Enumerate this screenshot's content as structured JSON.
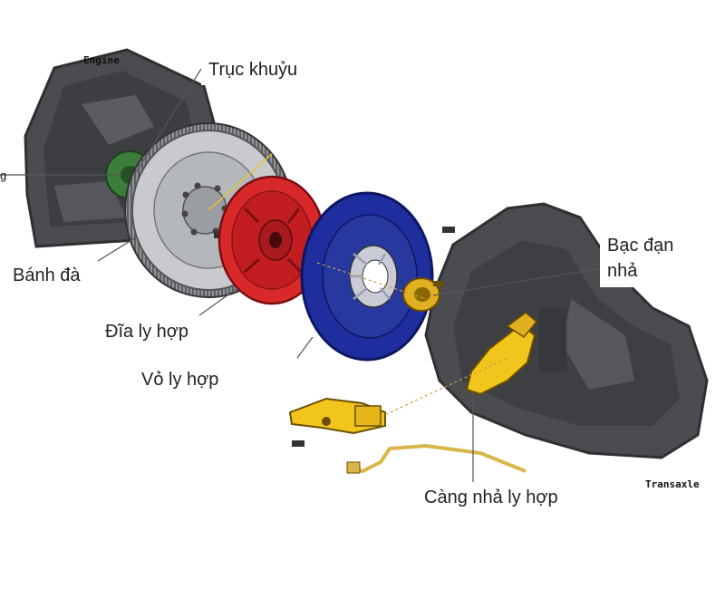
{
  "labels": {
    "crankshaft": "Trục khuỷu",
    "flywheel": "Bánh đà",
    "clutch_disc": "Đĩa ly hợp",
    "pressure_plate": "Vỏ ly hợp",
    "release_bearing_line1": "Bạc đạn",
    "release_bearing_line2": "nhả",
    "release_fork": "Càng nhả ly hợp"
  },
  "tags": {
    "engine": "Engine",
    "transaxle": "Transaxle",
    "cut_off": "g"
  },
  "colors": {
    "housing": "#4a4c50",
    "housing_dark": "#2e3033",
    "flywheel": "#c8cacd",
    "clutch_disc": "#d8282a",
    "pressure_plate": "#1e2e9e",
    "hub_green": "#3c7d3a",
    "yellow_part": "#f2c51c",
    "leader_line": "#555555"
  }
}
